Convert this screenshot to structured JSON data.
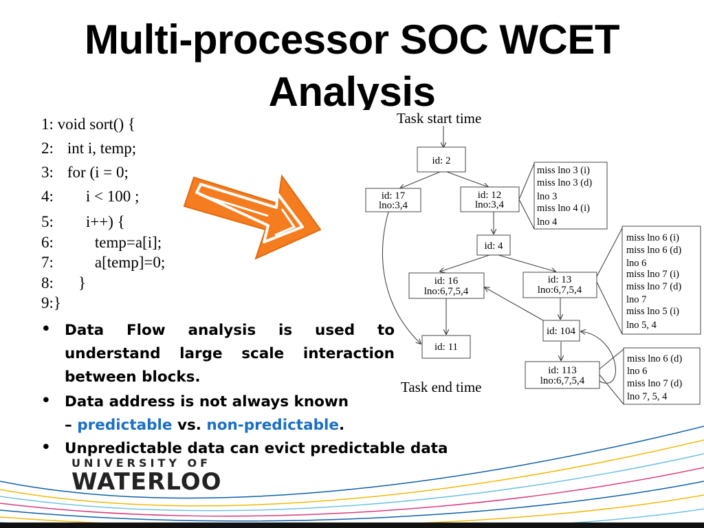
{
  "slide": {
    "title_line1": "Multi-processor SOC WCET",
    "title_line2": "Analysis"
  },
  "code": [
    {
      "num": "1:",
      "text": "void sort() {"
    },
    {
      "num": "2:",
      "text": "int i, temp;"
    },
    {
      "num": "3:",
      "text": "for (i = 0;"
    },
    {
      "num": "4:",
      "text": "i < 100 ;"
    },
    {
      "num": "5:",
      "text": "i++) {"
    },
    {
      "num": "6:",
      "text": "temp=a[i];"
    },
    {
      "num": "7:",
      "text": "a[temp]=0;"
    },
    {
      "num": "8:",
      "text": "}"
    },
    {
      "num": "9:}",
      "text": ""
    }
  ],
  "diagram": {
    "start_label": "Task start time",
    "end_label": "Task end time",
    "nodes": {
      "n2": [
        "id: 2"
      ],
      "n17": [
        "id: 17",
        "lno:3,4"
      ],
      "n12": [
        "id: 12",
        "lno:3,4"
      ],
      "n4": [
        "id: 4"
      ],
      "n16": [
        "id: 16",
        "lno:6,7,5,4"
      ],
      "n13": [
        "id: 13",
        "lno:6,7,5,4"
      ],
      "n104": [
        "id: 104"
      ],
      "n11": [
        "id: 11"
      ],
      "n113": [
        "id: 113",
        "lno:6,7,5,4"
      ]
    },
    "notes": {
      "note12": [
        "miss lno 3 (i)",
        "miss lno 3 (d)",
        "lno 3",
        "miss lno 4 (i)",
        "lno 4"
      ],
      "note13": [
        "miss lno 6 (i)",
        "miss lno 6 (d)",
        "lno 6",
        "miss lno 7 (i)",
        "miss lno 7 (d)",
        "lno 7",
        "miss lno 5 (i)",
        "lno 5, 4"
      ],
      "note113": [
        "miss lno 6 (d)",
        "lno 6",
        "miss lno 7 (d)",
        "lno 7, 5, 4"
      ]
    }
  },
  "bullets": {
    "b1_l1": [
      "Data",
      "Flow",
      "analysis",
      "is",
      "used",
      "to"
    ],
    "b1_l2": [
      "understand",
      "large",
      "scale",
      "interaction"
    ],
    "b1_l3": "between blocks.",
    "b2_l1": "Data address is not always known",
    "b2_l2_a": "– ",
    "b2_l2_b": "predictable",
    "b2_l2_c": " vs. ",
    "b2_l2_d": "non-predictable",
    "b2_l2_e": ".",
    "b3_l1": "Unpredictable data can evict predictable data"
  },
  "logo": {
    "top": "UNIVERSITY OF",
    "bottom": "WATERLOO"
  },
  "colors": {
    "arrow": "#f57c1f",
    "blue_text": "#1a6fc4",
    "waves": [
      "#0b5ea8",
      "#f2b705",
      "#6ec1e4",
      "#d93a7a",
      "#111111"
    ]
  }
}
